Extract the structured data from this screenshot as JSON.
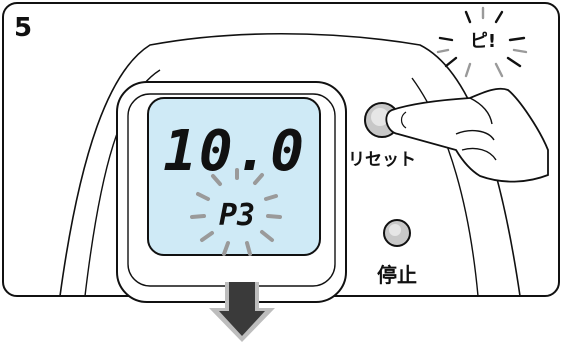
{
  "step_number": "5",
  "sound_effect": "ピ!",
  "display": {
    "main_value": "10.0",
    "program_code": "P3",
    "background_color": "#cfeaf6"
  },
  "buttons": {
    "reset_label": "リセット",
    "stop_label": "停止"
  },
  "colors": {
    "outline": "#111111",
    "arrow_dark": "#3a3a3a",
    "arrow_light": "#bdbdbd",
    "button_face": "#c8c8c8"
  }
}
